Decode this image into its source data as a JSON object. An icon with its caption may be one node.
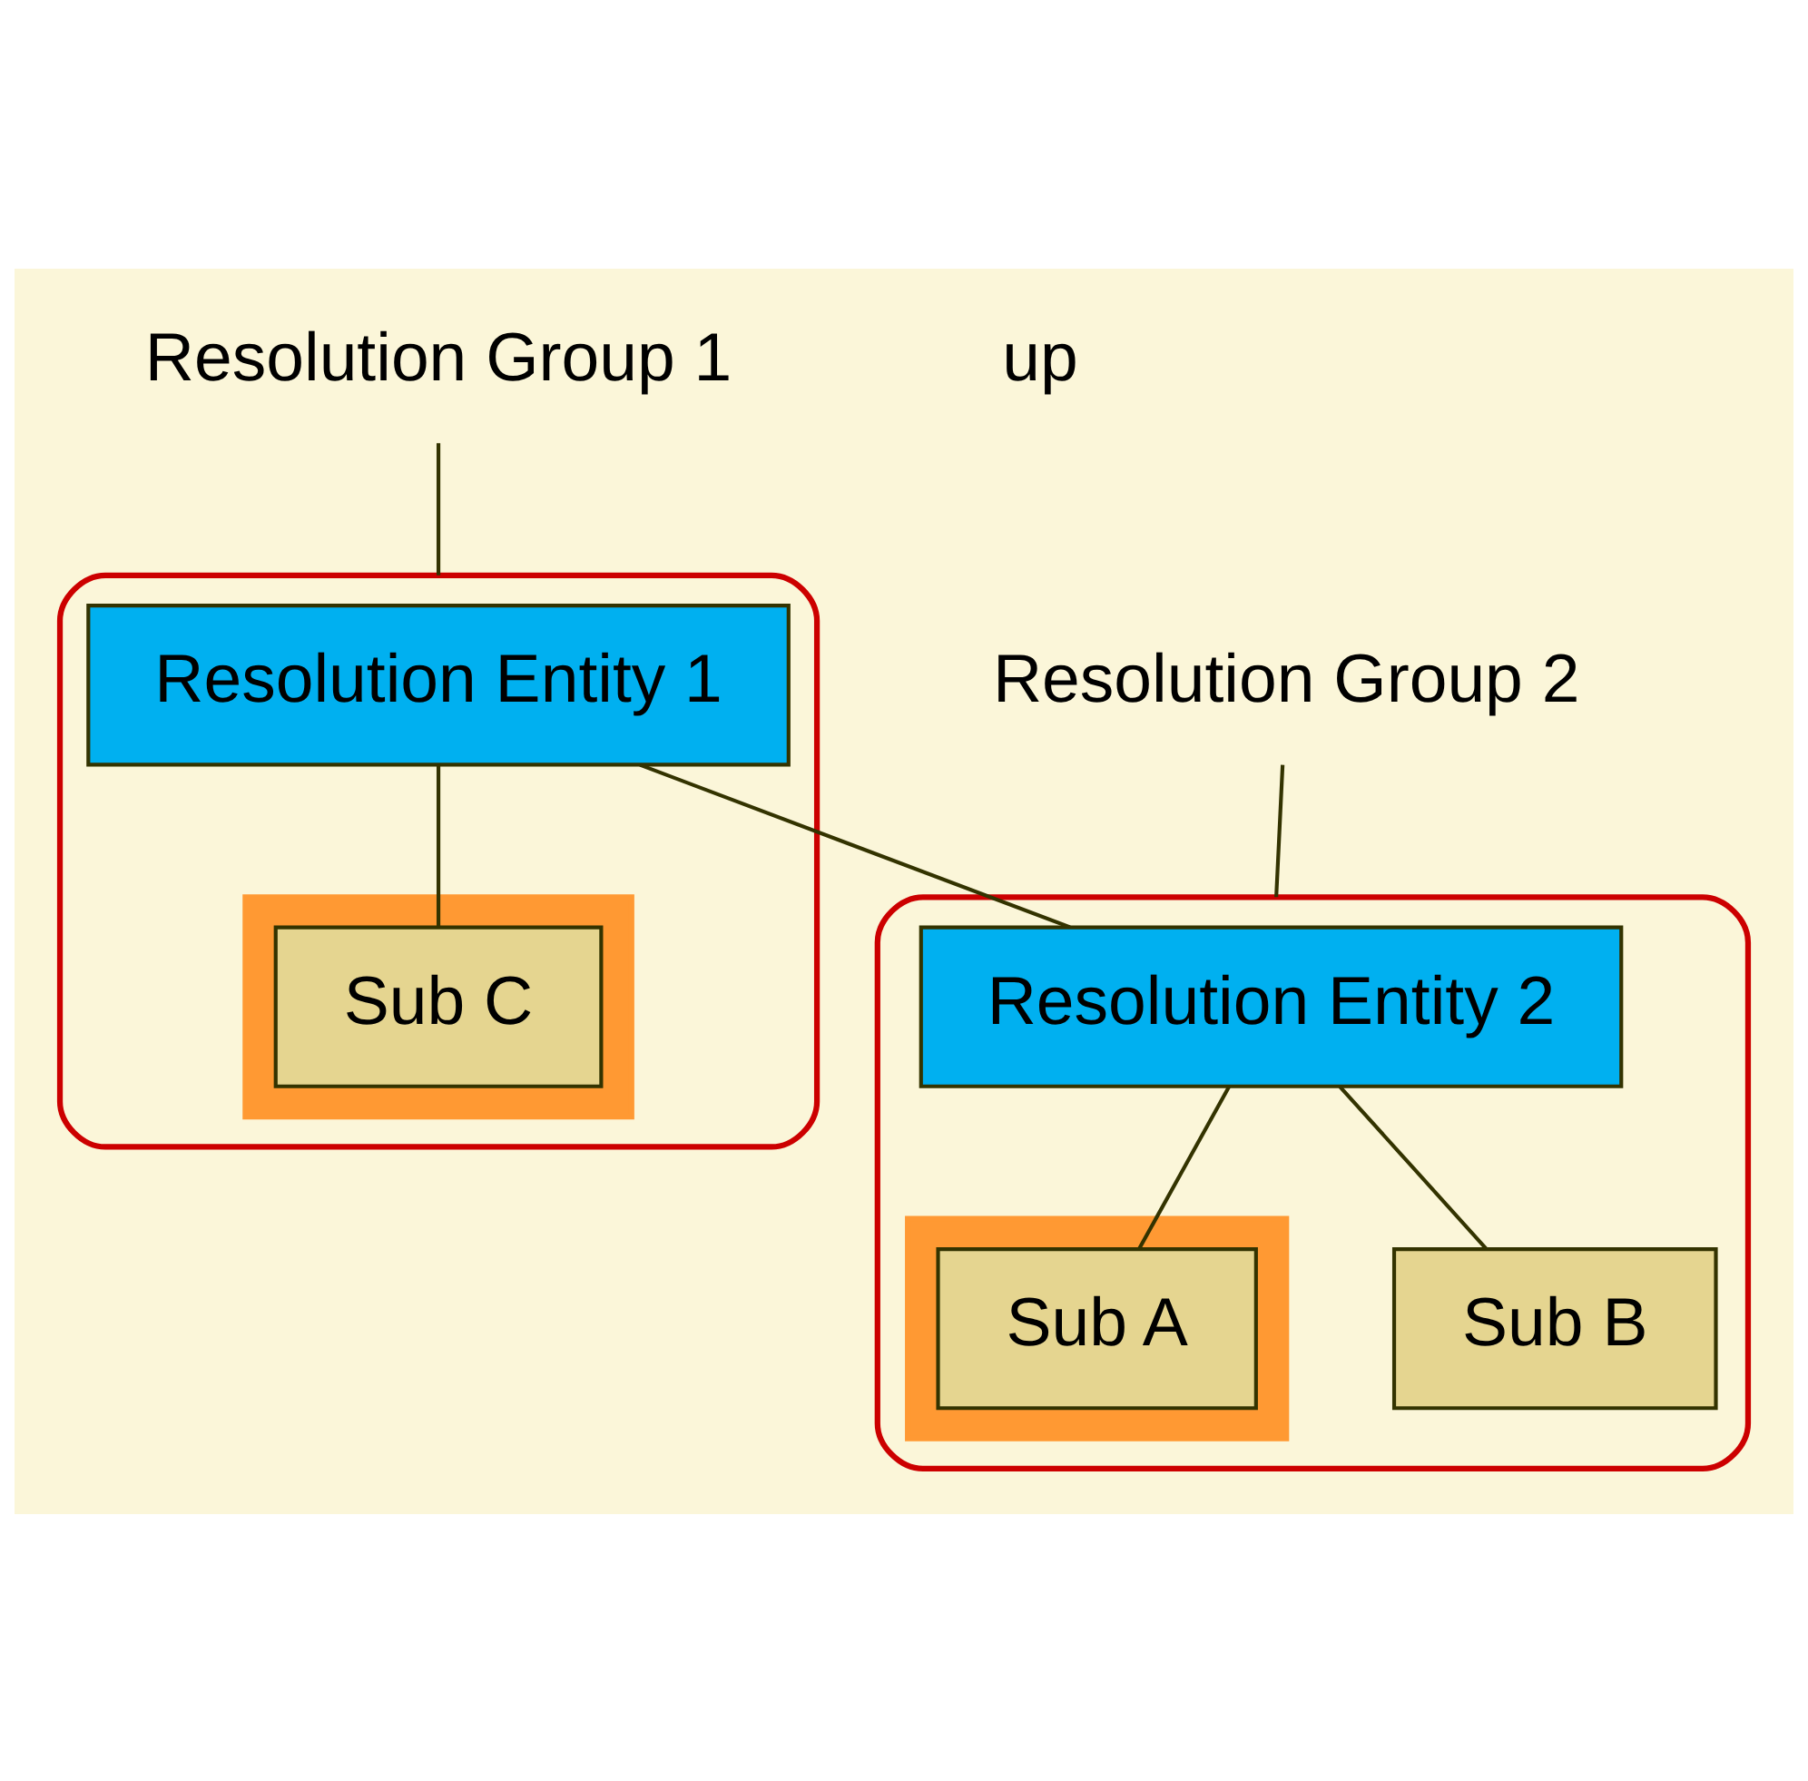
{
  "diagram": {
    "nodes": [
      {
        "text": [
          "Resolution Group 1"
        ]
      },
      {
        "text": [],
        "shape": "ellipse"
      },
      {
        "text": [
          "Resolution Entity 1"
        ],
        "in": 1
      },
      {
        "text": [],
        "shape": "box",
        "in": 1
      },
      {
        "text": [
          "Sub C"
        ],
        "in": 3
      },
      {
        "text": [
          "Resolution Group 2"
        ]
      },
      {
        "text": [],
        "shape": "ellipse"
      },
      {
        "text": [
          "Resolution Entity 2"
        ],
        "in": 6
      },
      {
        "text": [],
        "shape": "box",
        "in": 6
      },
      {
        "text": [
          "Sub A"
        ],
        "in": 8
      },
      {
        "text": [
          "Sub B"
        ],
        "in": 6
      }
    ],
    "edges": [
      {
        "from": 0,
        "to": 1,
        "arrow": "none"
      },
      {
        "from": 2,
        "to": 7,
        "arrow": "none"
      },
      {
        "from": 2,
        "to": 4,
        "arrow": "none"
      },
      {
        "from": 5,
        "to": 6,
        "arrow": "none"
      },
      {
        "from": 7,
        "to": 9,
        "arrow": "none"
      },
      {
        "from": 7,
        "to": 10,
        "arrow": "none"
      }
    ],
    "labels": [
      "up"
    ]
  }
}
